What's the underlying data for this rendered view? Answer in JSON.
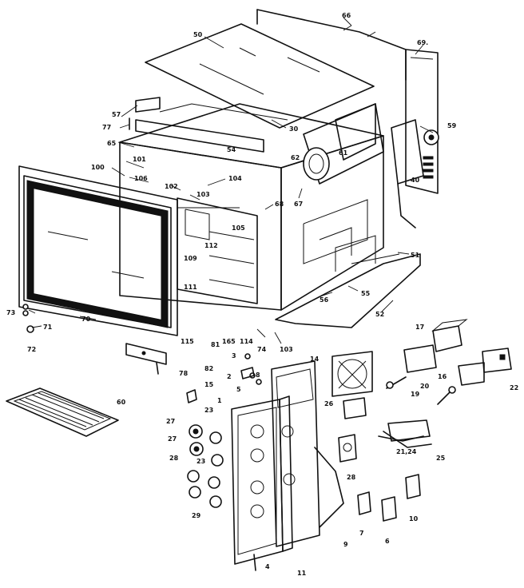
{
  "labels": {
    "l66": "66",
    "l50": "50",
    "l69": "69.",
    "l57": "57",
    "l77": "77",
    "l65": "65",
    "l30": "30",
    "l59": "59",
    "l54": "54",
    "l62": "62",
    "l61": "61",
    "l40": "40",
    "l100": "100",
    "l101": "101",
    "l106": "106",
    "l104": "104",
    "l102": "102",
    "l103": "103",
    "l68": "68",
    "l67": "67",
    "l105": "105",
    "l112": "112",
    "l109": "109",
    "l111": "111",
    "l51": "51",
    "l56": "56",
    "l55": "55",
    "l52": "52",
    "l73": "73",
    "l71": "71",
    "l72": "72",
    "l70": "70",
    "l115": "115",
    "l165": "165",
    "l114": "114",
    "l74": "74",
    "l103b": "103",
    "l81": "81",
    "l82": "82",
    "l78": "78",
    "l3": "3",
    "l14": "14",
    "l17": "17",
    "l8": "8",
    "l2": "2",
    "l15": "15",
    "l5": "5",
    "l16": "16",
    "l20": "20",
    "l19": "19",
    "l22": "22",
    "l60": "60",
    "l1": "1",
    "l26": "26",
    "l27a": "27",
    "l23a": "23",
    "l27b": "27",
    "l23b": "23",
    "l28": "28",
    "l21_24": "21,24",
    "l25": "25",
    "l28b": "28",
    "l29": "29",
    "l7": "7",
    "l6": "6",
    "l10": "10",
    "l9": "9",
    "l4": "4",
    "l11": "11"
  }
}
